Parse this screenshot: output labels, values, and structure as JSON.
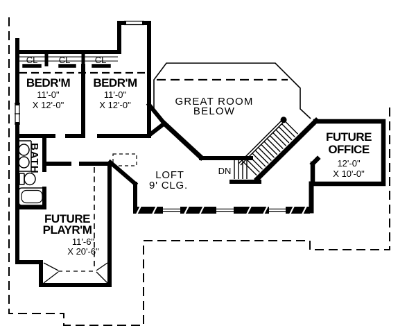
{
  "plan": {
    "rooms": {
      "bedroom1": {
        "name": "BEDR'M",
        "dim_line1": "11'-0\"",
        "dim_line2": "X 12'-0\""
      },
      "bedroom2": {
        "name": "BEDR'M",
        "dim_line1": "11'-0\"",
        "dim_line2": "X 12'-0\""
      },
      "bath": {
        "name": "BATH"
      },
      "great_room": {
        "line1": "GREAT ROOM",
        "line2": "BELOW"
      },
      "loft": {
        "name": "LOFT",
        "ceiling": "9' CLG."
      },
      "future_office": {
        "line1": "FUTURE",
        "line2": "OFFICE",
        "dim_line1": "12'-0\"",
        "dim_line2": "X 10'-0\""
      },
      "future_playroom": {
        "line1": "FUTURE",
        "line2": "PLAYR'M",
        "dim_line1": "11'-6\"",
        "dim_line2": "X 20'-6\""
      }
    },
    "labels": {
      "closet1": "CL",
      "closet2": "CL",
      "closet3": "CL",
      "stairs_down": "DN"
    },
    "colors": {
      "ink": "#000000",
      "paper": "#ffffff"
    }
  }
}
